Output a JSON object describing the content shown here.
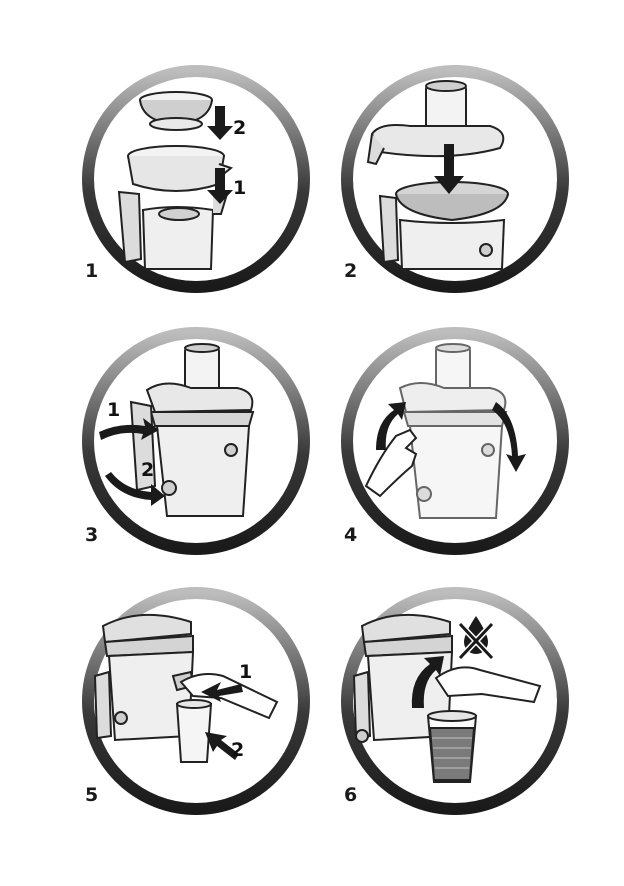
{
  "steps": [
    {
      "number": "1",
      "callouts": [
        "2",
        "1"
      ],
      "illustration": "assemble-filter-and-juice-collector"
    },
    {
      "number": "2",
      "callouts": [],
      "illustration": "place-lid-on-juicer"
    },
    {
      "number": "3",
      "callouts": [
        "1",
        "2"
      ],
      "illustration": "raise-and-lock-clamps"
    },
    {
      "number": "4",
      "callouts": [],
      "illustration": "lock-clamps-by-hand"
    },
    {
      "number": "5",
      "callouts": [
        "1",
        "2"
      ],
      "illustration": "open-spout-and-place-glass"
    },
    {
      "number": "6",
      "callouts": [],
      "illustration": "close-spout-anti-drip",
      "icon": "no-drip-icon"
    }
  ],
  "colors": {
    "ring_dark": "#1e1e1e",
    "ring_light": "#d9d9d9",
    "line": "#222222",
    "arrow": "#1a1a1a",
    "juice": "#7a7a7a"
  }
}
